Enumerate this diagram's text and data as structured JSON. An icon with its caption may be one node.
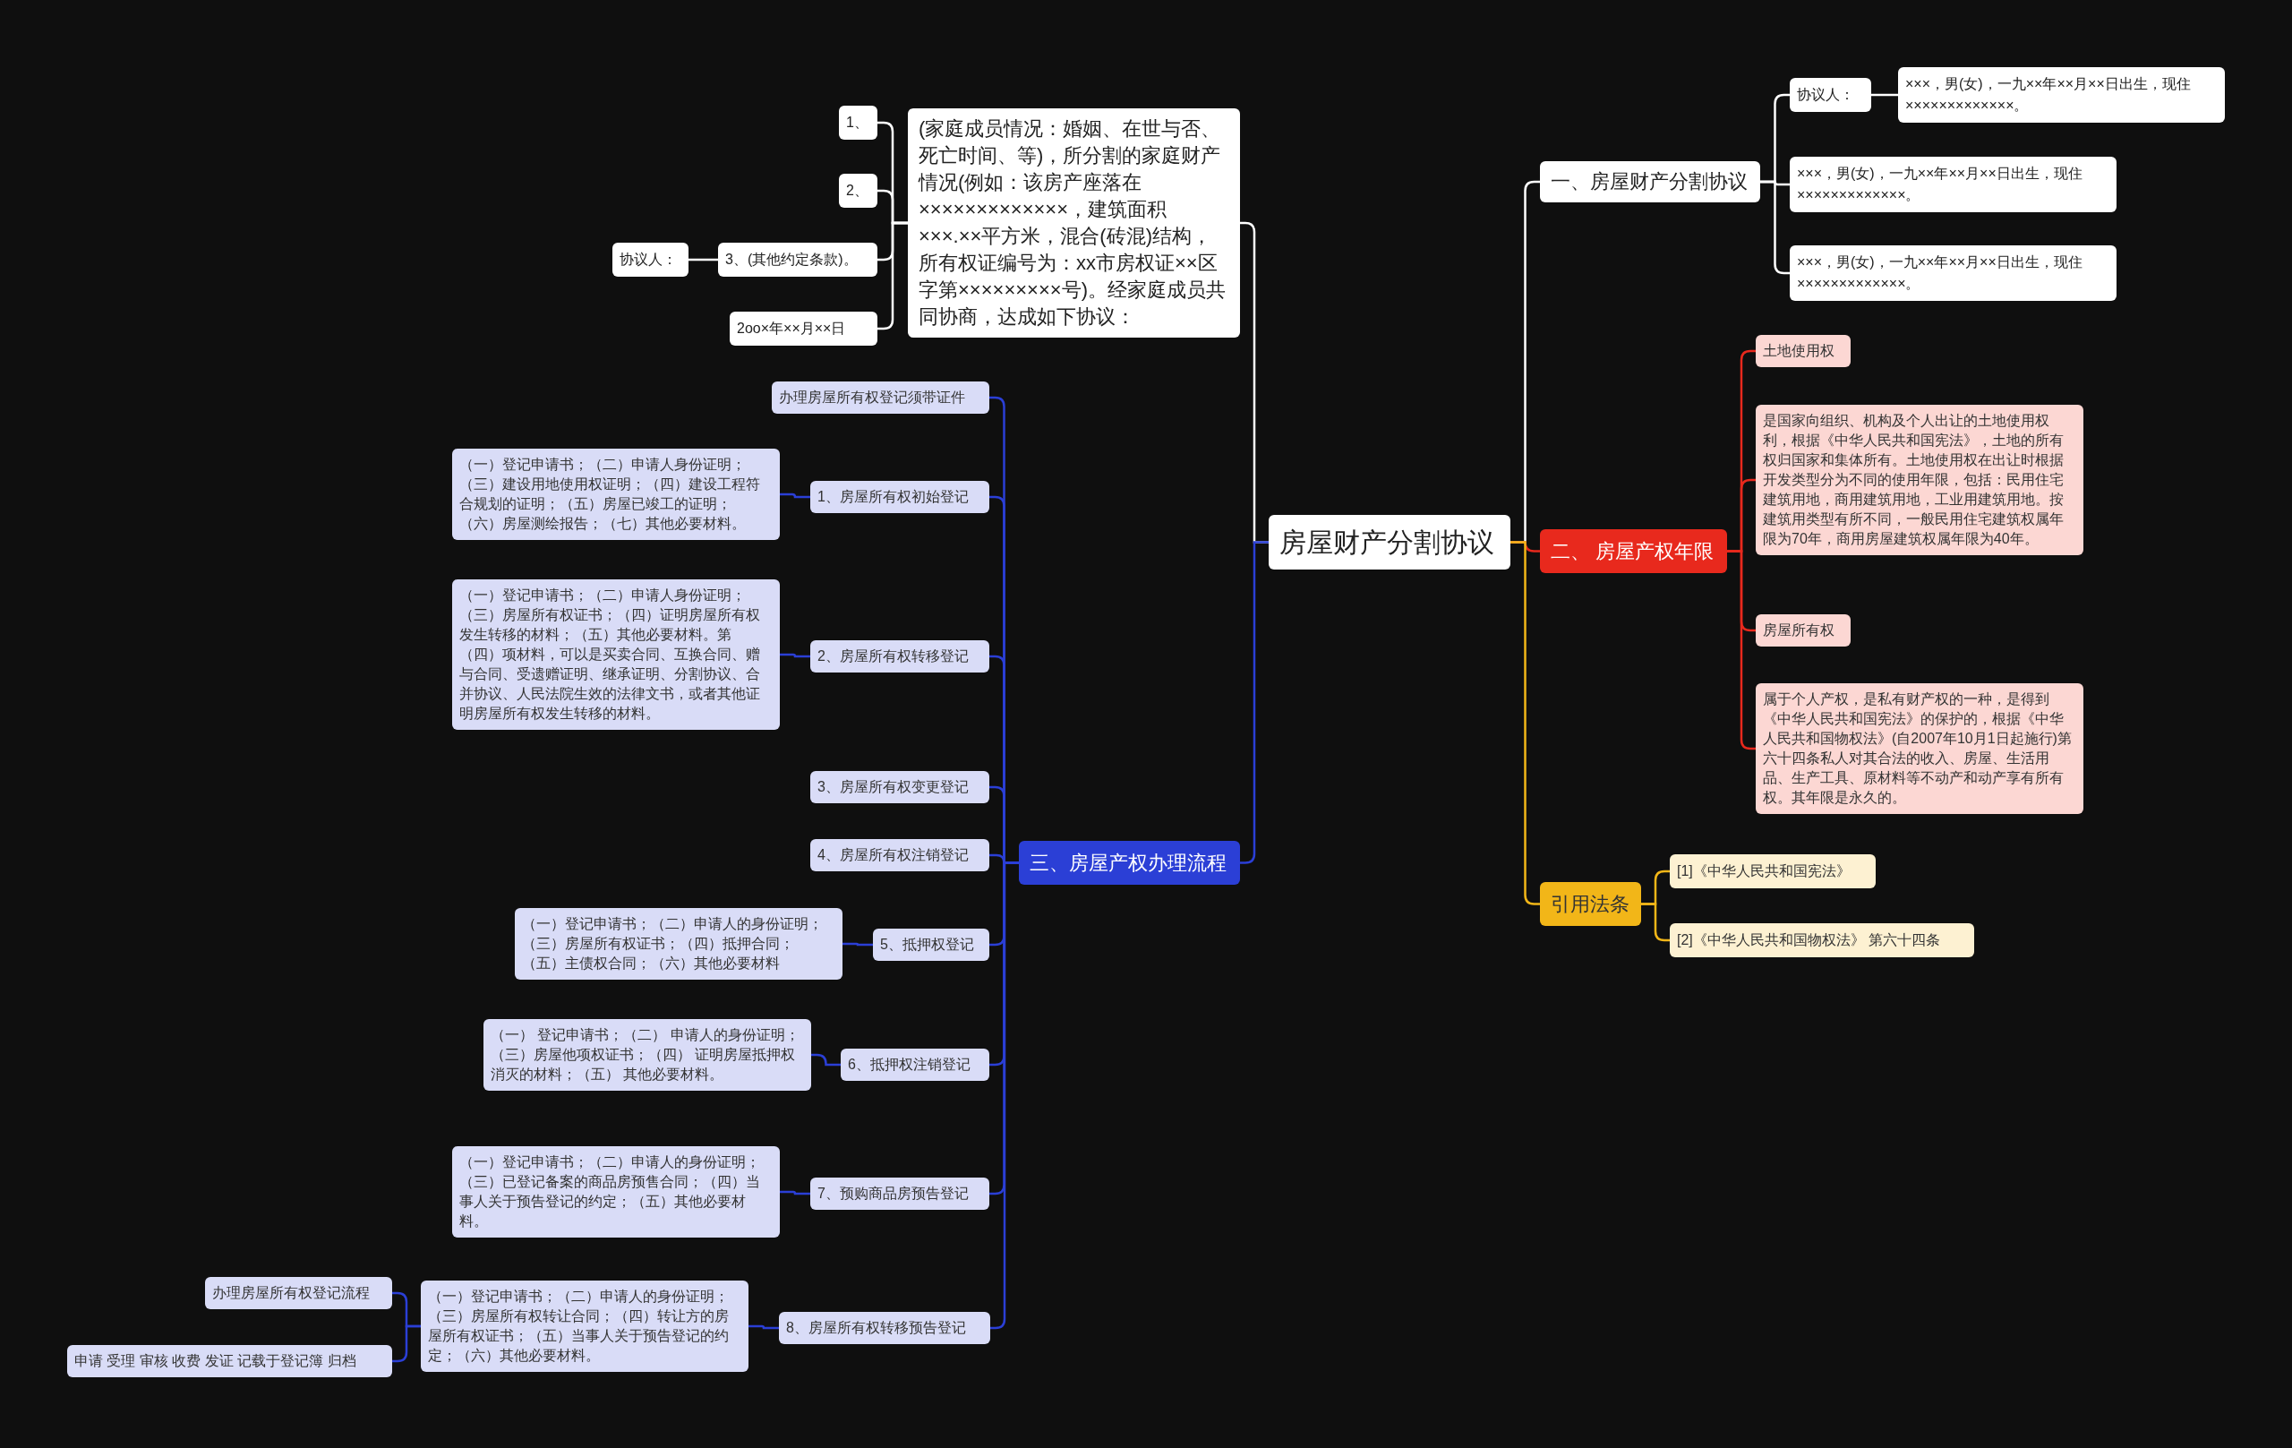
{
  "diagram": {
    "nodes": [
      {
        "text": [
          "房屋财产分割协议"
        ]
      },
      {
        "text": [
          "一、房屋财产分割协议"
        ]
      },
      {
        "text": [
          "协议人："
        ]
      },
      {
        "text": [
          "×××，男(女)，一九××年××月××日出生，现住×××××××××××××。"
        ]
      },
      {
        "text": [
          "×××，男(女)，一九××年××月××日出生，现住×××××××××××××。"
        ]
      },
      {
        "text": [
          "×××，男(女)，一九××年××月××日出生，现住×××××××××××××。"
        ]
      },
      {
        "text": [
          "二、 房屋产权年限"
        ]
      },
      {
        "text": [
          "土地使用权"
        ]
      },
      {
        "text": [
          "是国家向组织、机构及个人出让的土地使用权利，根据《中华人民共和国宪法》，土地的所有权归国家和集体所有。土地使用权在出让时根据开发类型分为不同的使用年限，包括：民用住宅建筑用地，商用建筑用地，工业用建筑用地。按建筑用类型有所不同，一般民用住宅建筑权属年限为70年，商用房屋建筑权属年限为40年。"
        ]
      },
      {
        "text": [
          "房屋所有权"
        ]
      },
      {
        "text": [
          "属于个人产权，是私有财产权的一种，是得到《中华人民共和国宪法》的保护的，根据《中华人民共和国物权法》(自2007年10月1日起施行)第六十四条私人对其合法的收入、房屋、生活用品、生产工具、原材料等不动产和动产享有所有权。其年限是永久的。"
        ]
      },
      {
        "text": [
          "引用法条"
        ]
      },
      {
        "text": [
          "[1]《中华人民共和国宪法》"
        ]
      },
      {
        "text": [
          "[2]《中华人民共和国物权法》 第六十四条"
        ]
      },
      {
        "text": [
          "(家庭成员情况：婚姻、在世与否、死亡时间、等)，所分割的家庭财产情况(例如：该房产座落在×××××××××××××，建筑面积×××.××平方米，混合(砖混)结构，所有权证编号为：xx市房权证××区字第×××××××××号)。经家庭成员共同协商，达成如下协议："
        ]
      },
      {
        "text": [
          "1、"
        ]
      },
      {
        "text": [
          "2、"
        ]
      },
      {
        "text": [
          "3、(其他约定条款)。"
        ]
      },
      {
        "text": [
          "协议人："
        ]
      },
      {
        "text": [
          "2oo×年××月××日"
        ]
      },
      {
        "text": [
          "三、房屋产权办理流程"
        ]
      },
      {
        "text": [
          "办理房屋所有权登记须带证件"
        ]
      },
      {
        "text": [
          "1、房屋所有权初始登记"
        ]
      },
      {
        "text": [
          "（一）登记申请书；（二）申请人身份证明；（三）建设用地使用权证明；（四）建设工程符合规划的证明；（五）房屋已竣工的证明；（六）房屋测绘报告；（七）其他必要材料。"
        ]
      },
      {
        "text": [
          "2、房屋所有权转移登记"
        ]
      },
      {
        "text": [
          "（一）登记申请书；（二）申请人身份证明；（三）房屋所有权证书；（四）证明房屋所有权发生转移的材料；（五）其他必要材料。第（四）项材料，可以是买卖合同、互换合同、赠与合同、受遗赠证明、继承证明、分割协议、合并协议、人民法院生效的法律文书，或者其他证明房屋所有权发生转移的材料。"
        ]
      },
      {
        "text": [
          "3、房屋所有权变更登记"
        ]
      },
      {
        "text": [
          "4、房屋所有权注销登记"
        ]
      },
      {
        "text": [
          "5、抵押权登记"
        ]
      },
      {
        "text": [
          "（一）登记申请书；（二）申请人的身份证明；（三）房屋所有权证书；（四）抵押合同；（五）主债权合同；（六）其他必要材料"
        ]
      },
      {
        "text": [
          "6、抵押权注销登记"
        ]
      },
      {
        "text": [
          "（一） 登记申请书；（二） 申请人的身份证明；（三）房屋他项权证书；（四） 证明房屋抵押权消灭的材料；（五） 其他必要材料。"
        ]
      },
      {
        "text": [
          "7、预购商品房预告登记"
        ]
      },
      {
        "text": [
          "（一）登记申请书；（二）申请人的身份证明；（三）已登记备案的商品房预售合同；（四）当事人关于预告登记的约定；（五）其他必要材料。"
        ]
      },
      {
        "text": [
          "8、房屋所有权转移预告登记"
        ]
      },
      {
        "text": [
          "（一）登记申请书；（二）申请人的身份证明；（三）房屋所有权转让合同；（四）转让方的房屋所有权证书；（五）当事人关于预告登记的约定；（六）其他必要材料。"
        ]
      },
      {
        "text": [
          "办理房屋所有权登记流程"
        ]
      },
      {
        "text": [
          "申请 受理 审核 收费 发证 记载于登记簿 归档"
        ]
      }
    ],
    "edges": [
      {
        "from": 0,
        "to": 1,
        "arrow": "none",
        "color": "#ffffff"
      },
      {
        "from": 1,
        "to": 2,
        "arrow": "none",
        "color": "#ffffff"
      },
      {
        "from": 2,
        "to": 3,
        "arrow": "none",
        "color": "#ffffff"
      },
      {
        "from": 1,
        "to": 4,
        "arrow": "none",
        "color": "#ffffff"
      },
      {
        "from": 1,
        "to": 5,
        "arrow": "none",
        "color": "#ffffff"
      },
      {
        "from": 0,
        "to": 6,
        "arrow": "none",
        "color": "#e8291d"
      },
      {
        "from": 6,
        "to": 7,
        "arrow": "none",
        "color": "#e8291d"
      },
      {
        "from": 6,
        "to": 8,
        "arrow": "none",
        "color": "#e8291d"
      },
      {
        "from": 6,
        "to": 9,
        "arrow": "none",
        "color": "#e8291d"
      },
      {
        "from": 6,
        "to": 10,
        "arrow": "none",
        "color": "#e8291d"
      },
      {
        "from": 0,
        "to": 11,
        "arrow": "none",
        "color": "#f2b618"
      },
      {
        "from": 11,
        "to": 12,
        "arrow": "none",
        "color": "#f2b618"
      },
      {
        "from": 11,
        "to": 13,
        "arrow": "none",
        "color": "#f2b618"
      },
      {
        "from": 0,
        "to": 14,
        "arrow": "none",
        "color": "#ffffff"
      },
      {
        "from": 14,
        "to": 15,
        "arrow": "none",
        "color": "#ffffff"
      },
      {
        "from": 14,
        "to": 16,
        "arrow": "none",
        "color": "#ffffff"
      },
      {
        "from": 14,
        "to": 17,
        "arrow": "none",
        "color": "#ffffff"
      },
      {
        "from": 17,
        "to": 18,
        "arrow": "none",
        "color": "#ffffff"
      },
      {
        "from": 14,
        "to": 19,
        "arrow": "none",
        "color": "#ffffff"
      },
      {
        "from": 0,
        "to": 20,
        "arrow": "none"
      },
      {
        "from": 20,
        "to": 21,
        "arrow": "none"
      },
      {
        "from": 20,
        "to": 22,
        "arrow": "none"
      },
      {
        "from": 22,
        "to": 23,
        "arrow": "none"
      },
      {
        "from": 20,
        "to": 24,
        "arrow": "none"
      },
      {
        "from": 24,
        "to": 25,
        "arrow": "none"
      },
      {
        "from": 20,
        "to": 26,
        "arrow": "none"
      },
      {
        "from": 20,
        "to": 27,
        "arrow": "none"
      },
      {
        "from": 20,
        "to": 28,
        "arrow": "none"
      },
      {
        "from": 28,
        "to": 29,
        "arrow": "none"
      },
      {
        "from": 20,
        "to": 30,
        "arrow": "none"
      },
      {
        "from": 30,
        "to": 31,
        "arrow": "none"
      },
      {
        "from": 20,
        "to": 32,
        "arrow": "none"
      },
      {
        "from": 32,
        "to": 33,
        "arrow": "none"
      },
      {
        "from": 20,
        "to": 34,
        "arrow": "none"
      },
      {
        "from": 34,
        "to": 35,
        "arrow": "none"
      },
      {
        "from": 35,
        "to": 36,
        "arrow": "none"
      },
      {
        "from": 35,
        "to": 37,
        "arrow": "none"
      }
    ]
  }
}
